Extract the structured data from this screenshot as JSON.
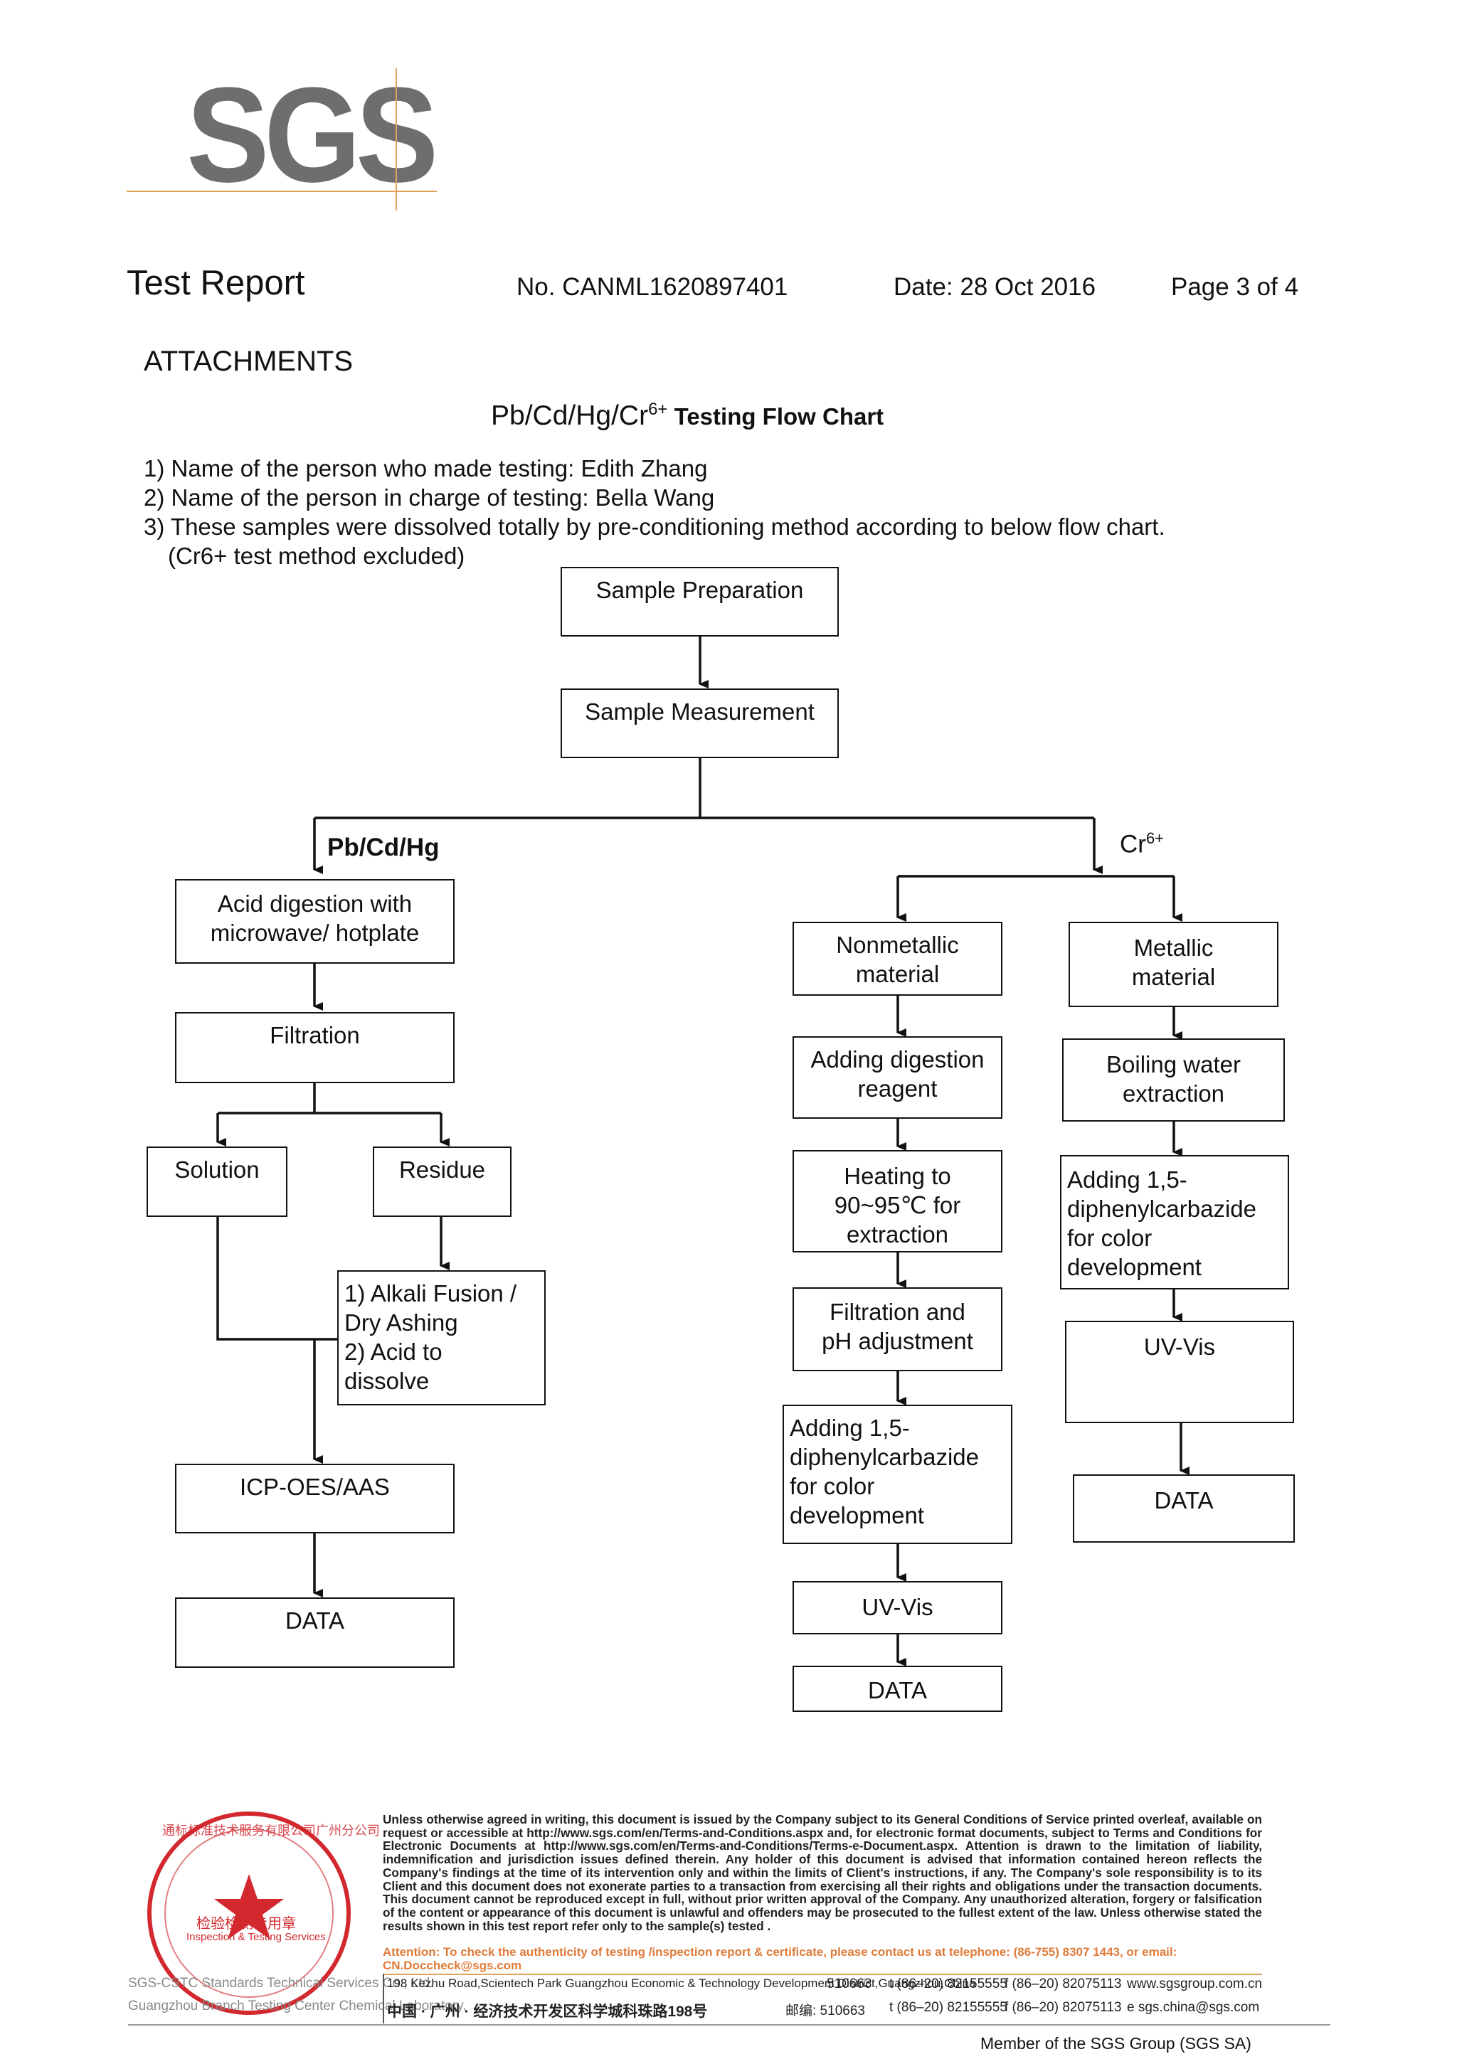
{
  "logo": {
    "text": "SGS"
  },
  "header": {
    "title": "Test Report",
    "number": "No. CANML1620897401",
    "date": "Date: 28 Oct 2016",
    "page": "Page 3 of 4"
  },
  "section_title": "ATTACHMENTS",
  "flowchart_title": {
    "main": "Pb/Cd/Hg/Cr",
    "sup": "6+",
    "rest": " Testing Flow Chart"
  },
  "notes": [
    "1) Name of the person who made testing: Edith Zhang",
    "2) Name of the person in charge of testing: Bella Wang",
    "3) These samples were dissolved totally by pre-conditioning method according to below flow chart.",
    "(Cr6+ test method excluded)"
  ],
  "flow": {
    "sample_prep": "Sample Preparation",
    "sample_meas": "Sample Measurement",
    "branch_left": "Pb/Cd/Hg",
    "branch_right": {
      "main": "Cr",
      "sup": "6+"
    },
    "acid_digestion": "Acid digestion with\nmicrowave/ hotplate",
    "filtration": "Filtration",
    "solution": "Solution",
    "residue": "Residue",
    "alkali": "1) Alkali Fusion /\n    Dry Ashing\n2) Acid to\n    dissolve",
    "icp": "ICP-OES/AAS",
    "data_left": "DATA",
    "nonmetallic": "Nonmetallic\nmaterial",
    "adding_reagent": "Adding digestion\nreagent",
    "heating": "Heating to\n90~95℃  for\nextraction",
    "filtration_ph": "Filtration and\npH adjustment",
    "adding_dpc_mid": "Adding 1,5-\ndiphenylcarbazide\nfor color\ndevelopment",
    "uvvis_mid": "UV-Vis",
    "data_mid": "DATA",
    "metallic": "Metallic\nmaterial",
    "boiling": "Boiling water\nextraction",
    "adding_dpc_right": "Adding 1,5-\ndiphenylcarbazide\nfor color\ndevelopment",
    "uvvis_right": "UV-Vis",
    "data_right": "DATA"
  },
  "footer": {
    "disclaimer": "Unless otherwise agreed in writing, this document is issued by the Company subject to its General Conditions of Service printed overleaf, available on request or accessible at http://www.sgs.com/en/Terms-and-Conditions.aspx and, for electronic format documents, subject to Terms and Conditions for Electronic Documents at http://www.sgs.com/en/Terms-and-Conditions/Terms-e-Document.aspx. Attention is drawn to the limitation of liability, indemnification and jurisdiction issues defined therein. Any holder of this document is advised that information contained hereon reflects the Company's findings at the time of its intervention only and within the limits of Client's instructions, if any. The Company's sole responsibility is to its Client and this document does not exonerate parties to a transaction from exercising all their rights and obligations under the transaction documents. This document cannot be reproduced except in full, without prior written approval of the Company. Any unauthorized alteration, forgery or falsification of the content or appearance of this document is unlawful and offenders may be prosecuted to the fullest extent of the law. Unless otherwise stated the results shown in this test report refer only to the sample(s) tested .",
    "attention": "Attention: To check the authenticity of testing /inspection report & certificate, please contact us at telephone: (86-755) 8307 1443, or email: CN.Doccheck@sgs.com",
    "address_en": "198 Kezhu Road,Scientech Park Guangzhou Economic & Technology Development District,Guangzhou,China",
    "postcode_en": "510663",
    "tel_en": "t  (86–20) 82155555",
    "fax_en": "f  (86–20) 82075113",
    "web": "www.sgsgroup.com.cn",
    "address_cn": "中国 · 广州 · 经济技术开发区科学城科珠路198号",
    "postcode_cn": "邮编: 510663",
    "tel_cn": "t  (86–20) 82155555",
    "fax_cn": "f  (86–20) 82075113",
    "email": "e  sgs.china@sgs.com",
    "member": "Member of the SGS Group (SGS SA)",
    "company_left_1": "SGS-CSTC Standards Technical Services Co., Ltd.",
    "company_left_2": "Guangzhou Branch Testing Center Chemical Laboratory.",
    "seal_center": "检验检测专用章",
    "seal_sub": "Inspection & Testing Services",
    "seal_ring": "通标标准技术服务有限公司广州分公司"
  },
  "colors": {
    "accent_orange": "#e0a35a",
    "seal_red": "#d2282e",
    "logo_gray": "#6e6e6e"
  }
}
